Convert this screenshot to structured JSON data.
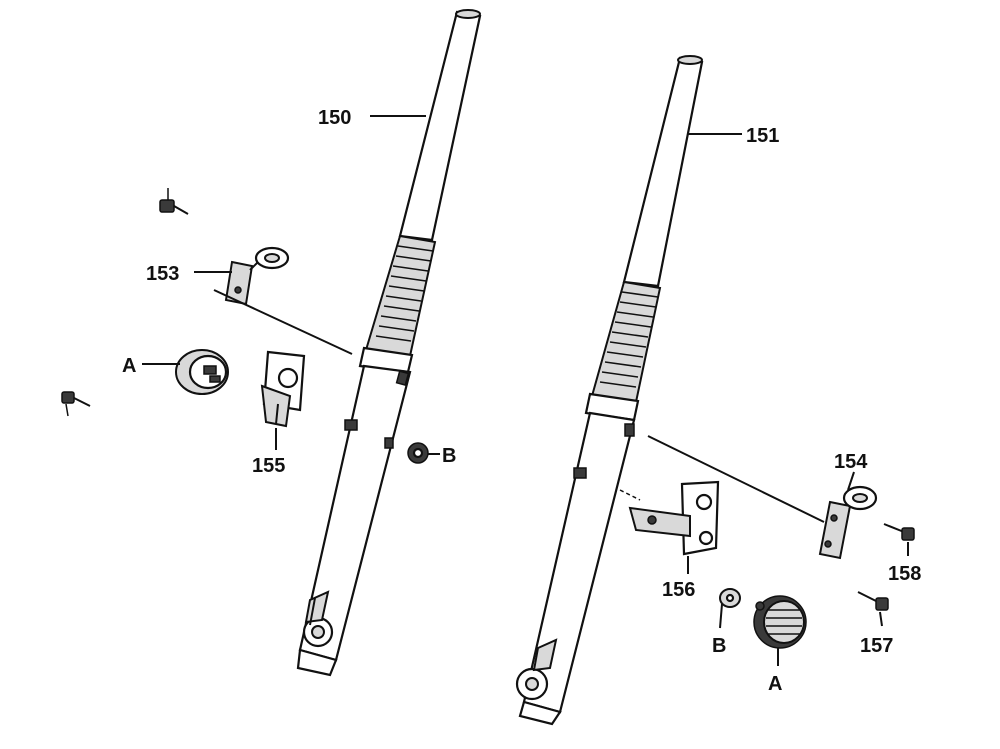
{
  "labels": {
    "fork_left": "150",
    "fork_right": "151",
    "bracket_left": "153",
    "bracket_right": "154",
    "holder_left": "155",
    "holder_right": "156",
    "bolt_158": "158",
    "bolt_157": "157",
    "reflector_left": "A",
    "nut_left": "B",
    "reflector_right": "A",
    "nut_right": "B"
  }
}
